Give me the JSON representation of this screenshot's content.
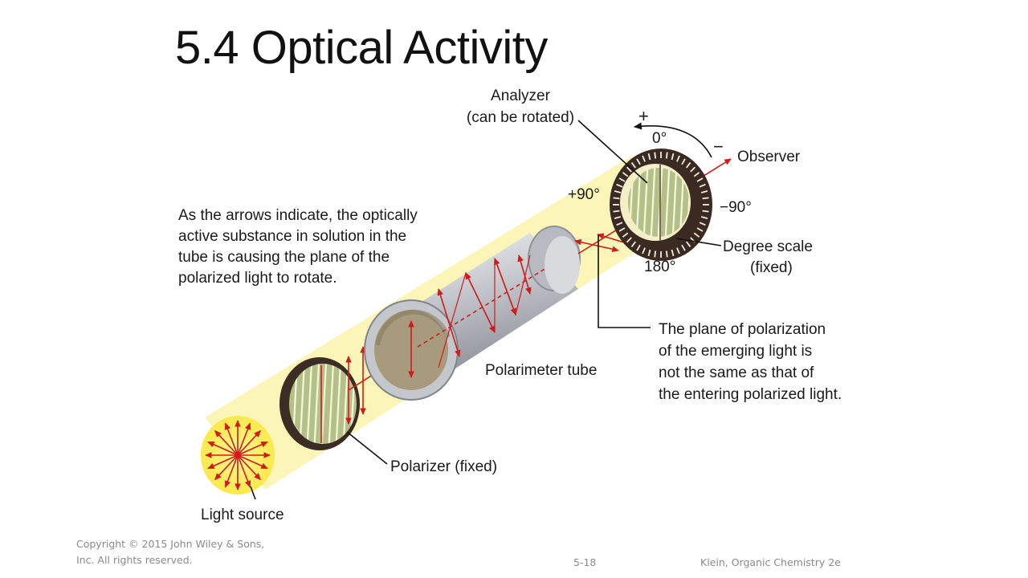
{
  "title": "5.4 Optical Activity",
  "diagram": {
    "analyzer_label": [
      "Analyzer",
      "(can be rotated)"
    ],
    "plus_sign": "+",
    "minus_sign": "−",
    "zero_deg": "0°",
    "observer": "Observer",
    "plus90": "+90°",
    "minus90": "−90°",
    "deg180": "180°",
    "degree_scale": [
      "Degree scale",
      "(fixed)"
    ],
    "explanation": [
      "As the arrows indicate, the optically",
      "active substance in solution in the",
      "tube is causing the plane of the",
      "polarized light to rotate."
    ],
    "plane_note": [
      "The plane of polarization",
      "of the emerging light is",
      "not the same as that of",
      "the entering polarized light."
    ],
    "polarimeter_tube": "Polarimeter tube",
    "polarizer": "Polarizer (fixed)",
    "light_source": "Light source"
  },
  "footer": {
    "copyright_line1": "Copyright © 2015 John Wiley & Sons,",
    "copyright_line2": "Inc. All rights reserved.",
    "slide_number": "5-18",
    "source": "Klein, Organic Chemistry 2e"
  },
  "colors": {
    "beam": "#fbf4b0",
    "arrow": "#d21a1a",
    "filter_green": "#b9c48a",
    "ring_dark": "#3a2a22",
    "tube": "#c9ccd0"
  }
}
